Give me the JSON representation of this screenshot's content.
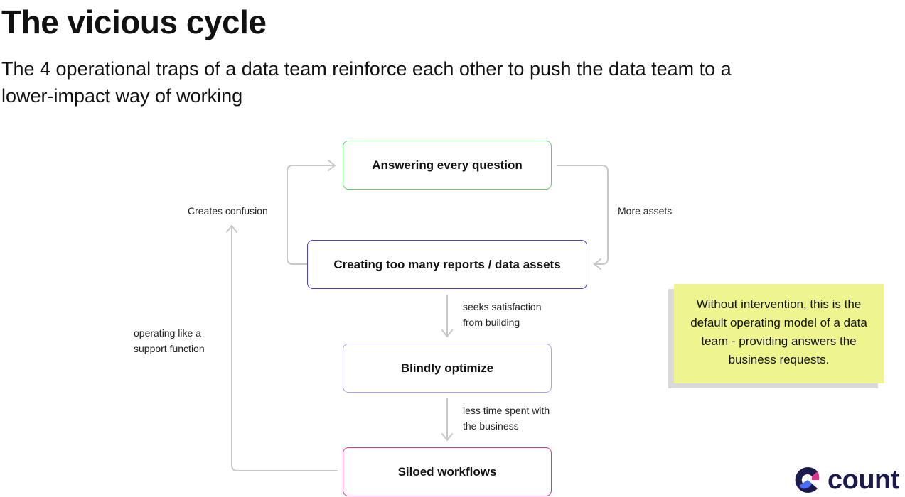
{
  "title": "The vicious cycle",
  "subtitle": "The 4 operational traps of a data team reinforce each other to push the data team to a lower-impact way of working",
  "nodes": [
    {
      "label": "Answering every question",
      "border_color": "#5bd36a"
    },
    {
      "label": "Creating too many reports / data assets",
      "border_color": "#4a3fd1"
    },
    {
      "label": "Blindly optimize",
      "border_color": "#a9a3f0"
    },
    {
      "label": "Siloed workflows",
      "border_color": "#e0338c"
    }
  ],
  "edges": {
    "creates_confusion": "Creates confusion",
    "more_assets": "More assets",
    "seeks_satisfaction": [
      "seeks satisfaction",
      "from building"
    ],
    "less_time": [
      "less time spent with",
      "the business"
    ],
    "support_function": [
      "operating like a",
      "support function"
    ]
  },
  "note": {
    "text": "Without intervention, this is the default operating model of a data team - providing answers the business requests.",
    "color": "#eef58f"
  },
  "logo": {
    "name": "count",
    "icon": "count-logo-icon"
  },
  "colors": {
    "connector": "#c8c8c8"
  }
}
